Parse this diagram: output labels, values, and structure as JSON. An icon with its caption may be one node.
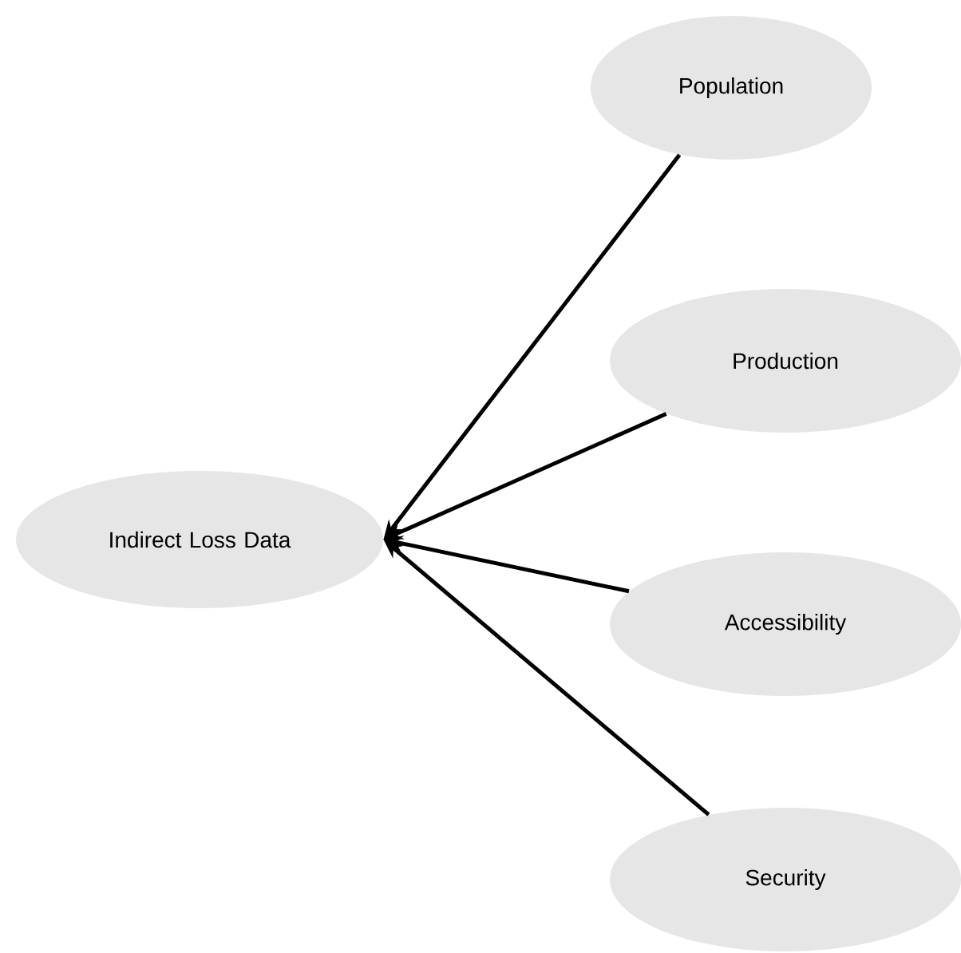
{
  "diagram": {
    "nodes": [
      {
        "text": [
          "Indirect Loss Data"
        ]
      },
      {
        "text": [
          "Population"
        ]
      },
      {
        "text": [
          "Production"
        ]
      },
      {
        "text": [
          "Accessibility"
        ]
      },
      {
        "text": [
          "Security"
        ]
      }
    ],
    "edges": [
      {
        "from": 1,
        "to": 0,
        "arrow": "to"
      },
      {
        "from": 2,
        "to": 0,
        "arrow": "to"
      },
      {
        "from": 3,
        "to": 0,
        "arrow": "to"
      },
      {
        "from": 4,
        "to": 0,
        "arrow": "to"
      }
    ]
  }
}
